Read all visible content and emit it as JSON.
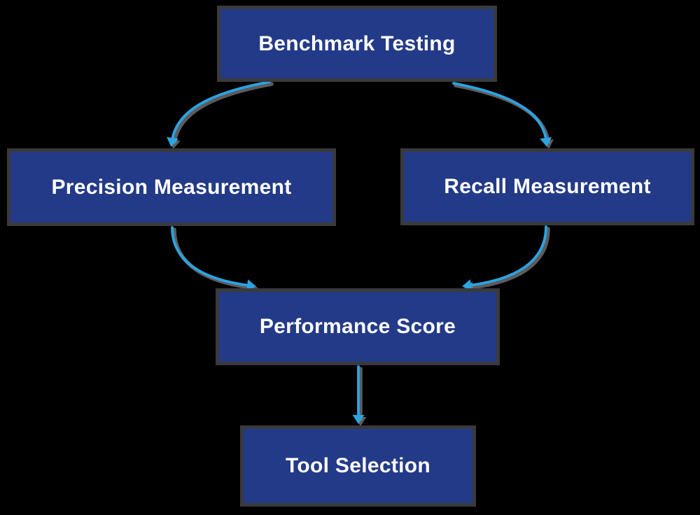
{
  "diagram": {
    "type": "flowchart",
    "background": "#000000",
    "colors": {
      "node_fill": "#233a88",
      "node_border": "#3a3a3c",
      "node_text": "#ffffff",
      "edge": "#2aa4e2"
    },
    "nodes": [
      {
        "id": "benchmark-testing",
        "label": "Benchmark Testing"
      },
      {
        "id": "precision-measurement",
        "label": "Precision Measurement"
      },
      {
        "id": "recall-measurement",
        "label": "Recall Measurement"
      },
      {
        "id": "performance-score",
        "label": "Performance Score"
      },
      {
        "id": "tool-selection",
        "label": "Tool Selection"
      }
    ],
    "edges": [
      {
        "from": "Benchmark Testing",
        "to": "Precision Measurement"
      },
      {
        "from": "Benchmark Testing",
        "to": "Recall Measurement"
      },
      {
        "from": "Precision Measurement",
        "to": "Performance Score"
      },
      {
        "from": "Recall Measurement",
        "to": "Performance Score"
      },
      {
        "from": "Performance Score",
        "to": "Tool Selection"
      }
    ]
  }
}
